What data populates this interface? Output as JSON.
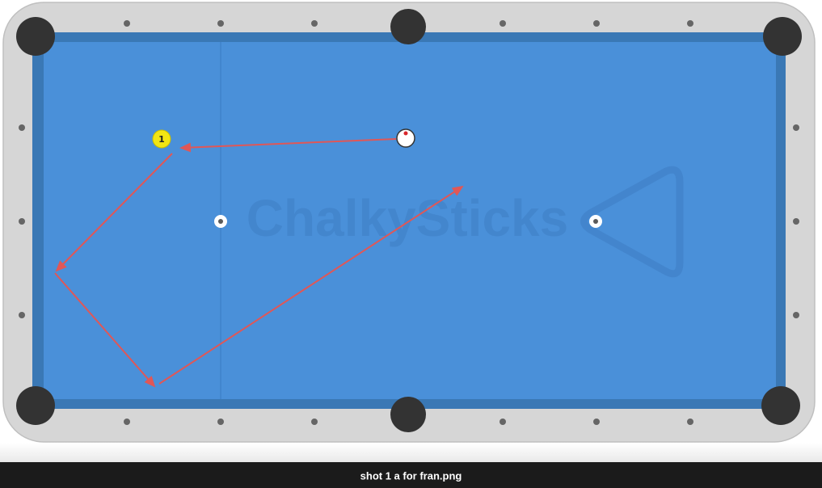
{
  "watermark": {
    "text": "ChalkySticks"
  },
  "caption": {
    "filename": "shot 1 a for fran.png"
  },
  "table": {
    "rail_color": "#d6d6d6",
    "felt_color": "#4a90d9",
    "cushion_color": "#3a78b5",
    "pocket_color": "#333333",
    "diamond_color": "#666666",
    "rack_outline_color": "#3f7ec4"
  },
  "balls": [
    {
      "name": "object-ball-1",
      "number": "1",
      "color": "#f2e513"
    },
    {
      "name": "cue-ball",
      "number": "",
      "color": "#ffffff",
      "aim_dot": "#d8262b"
    }
  ],
  "shot_path": {
    "color": "#e05757",
    "legs": 4
  }
}
